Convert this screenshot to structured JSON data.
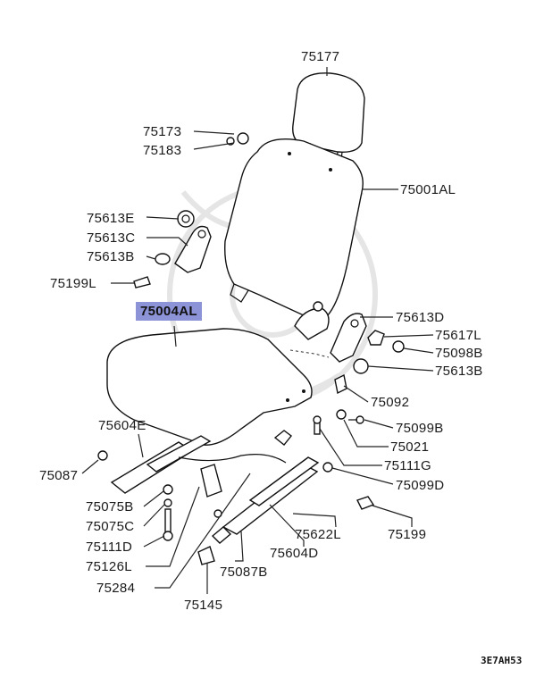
{
  "labels": {
    "p75177": "75177",
    "p75173": "75173",
    "p75183": "75183",
    "p75001AL": "75001AL",
    "p75613E": "75613E",
    "p75613C": "75613C",
    "p75613B_left": "75613B",
    "p75199L": "75199L",
    "p75004AL": "75004AL",
    "p75613D": "75613D",
    "p75617L": "75617L",
    "p75098B": "75098B",
    "p75613B_right": "75613B",
    "p75092": "75092",
    "p75604E": "75604E",
    "p75099B": "75099B",
    "p75021": "75021",
    "p75087": "75087",
    "p75111G": "75111G",
    "p75099D": "75099D",
    "p75075B": "75075B",
    "p75075C": "75075C",
    "p75111D": "75111D",
    "p75126L": "75126L",
    "p75622L": "75622L",
    "p75199": "75199",
    "p75604D": "75604D",
    "p75087B": "75087B",
    "p75284": "75284",
    "p75145": "75145"
  },
  "diagram_code": "3E7AH53",
  "highlight_color": "#8c93d6"
}
